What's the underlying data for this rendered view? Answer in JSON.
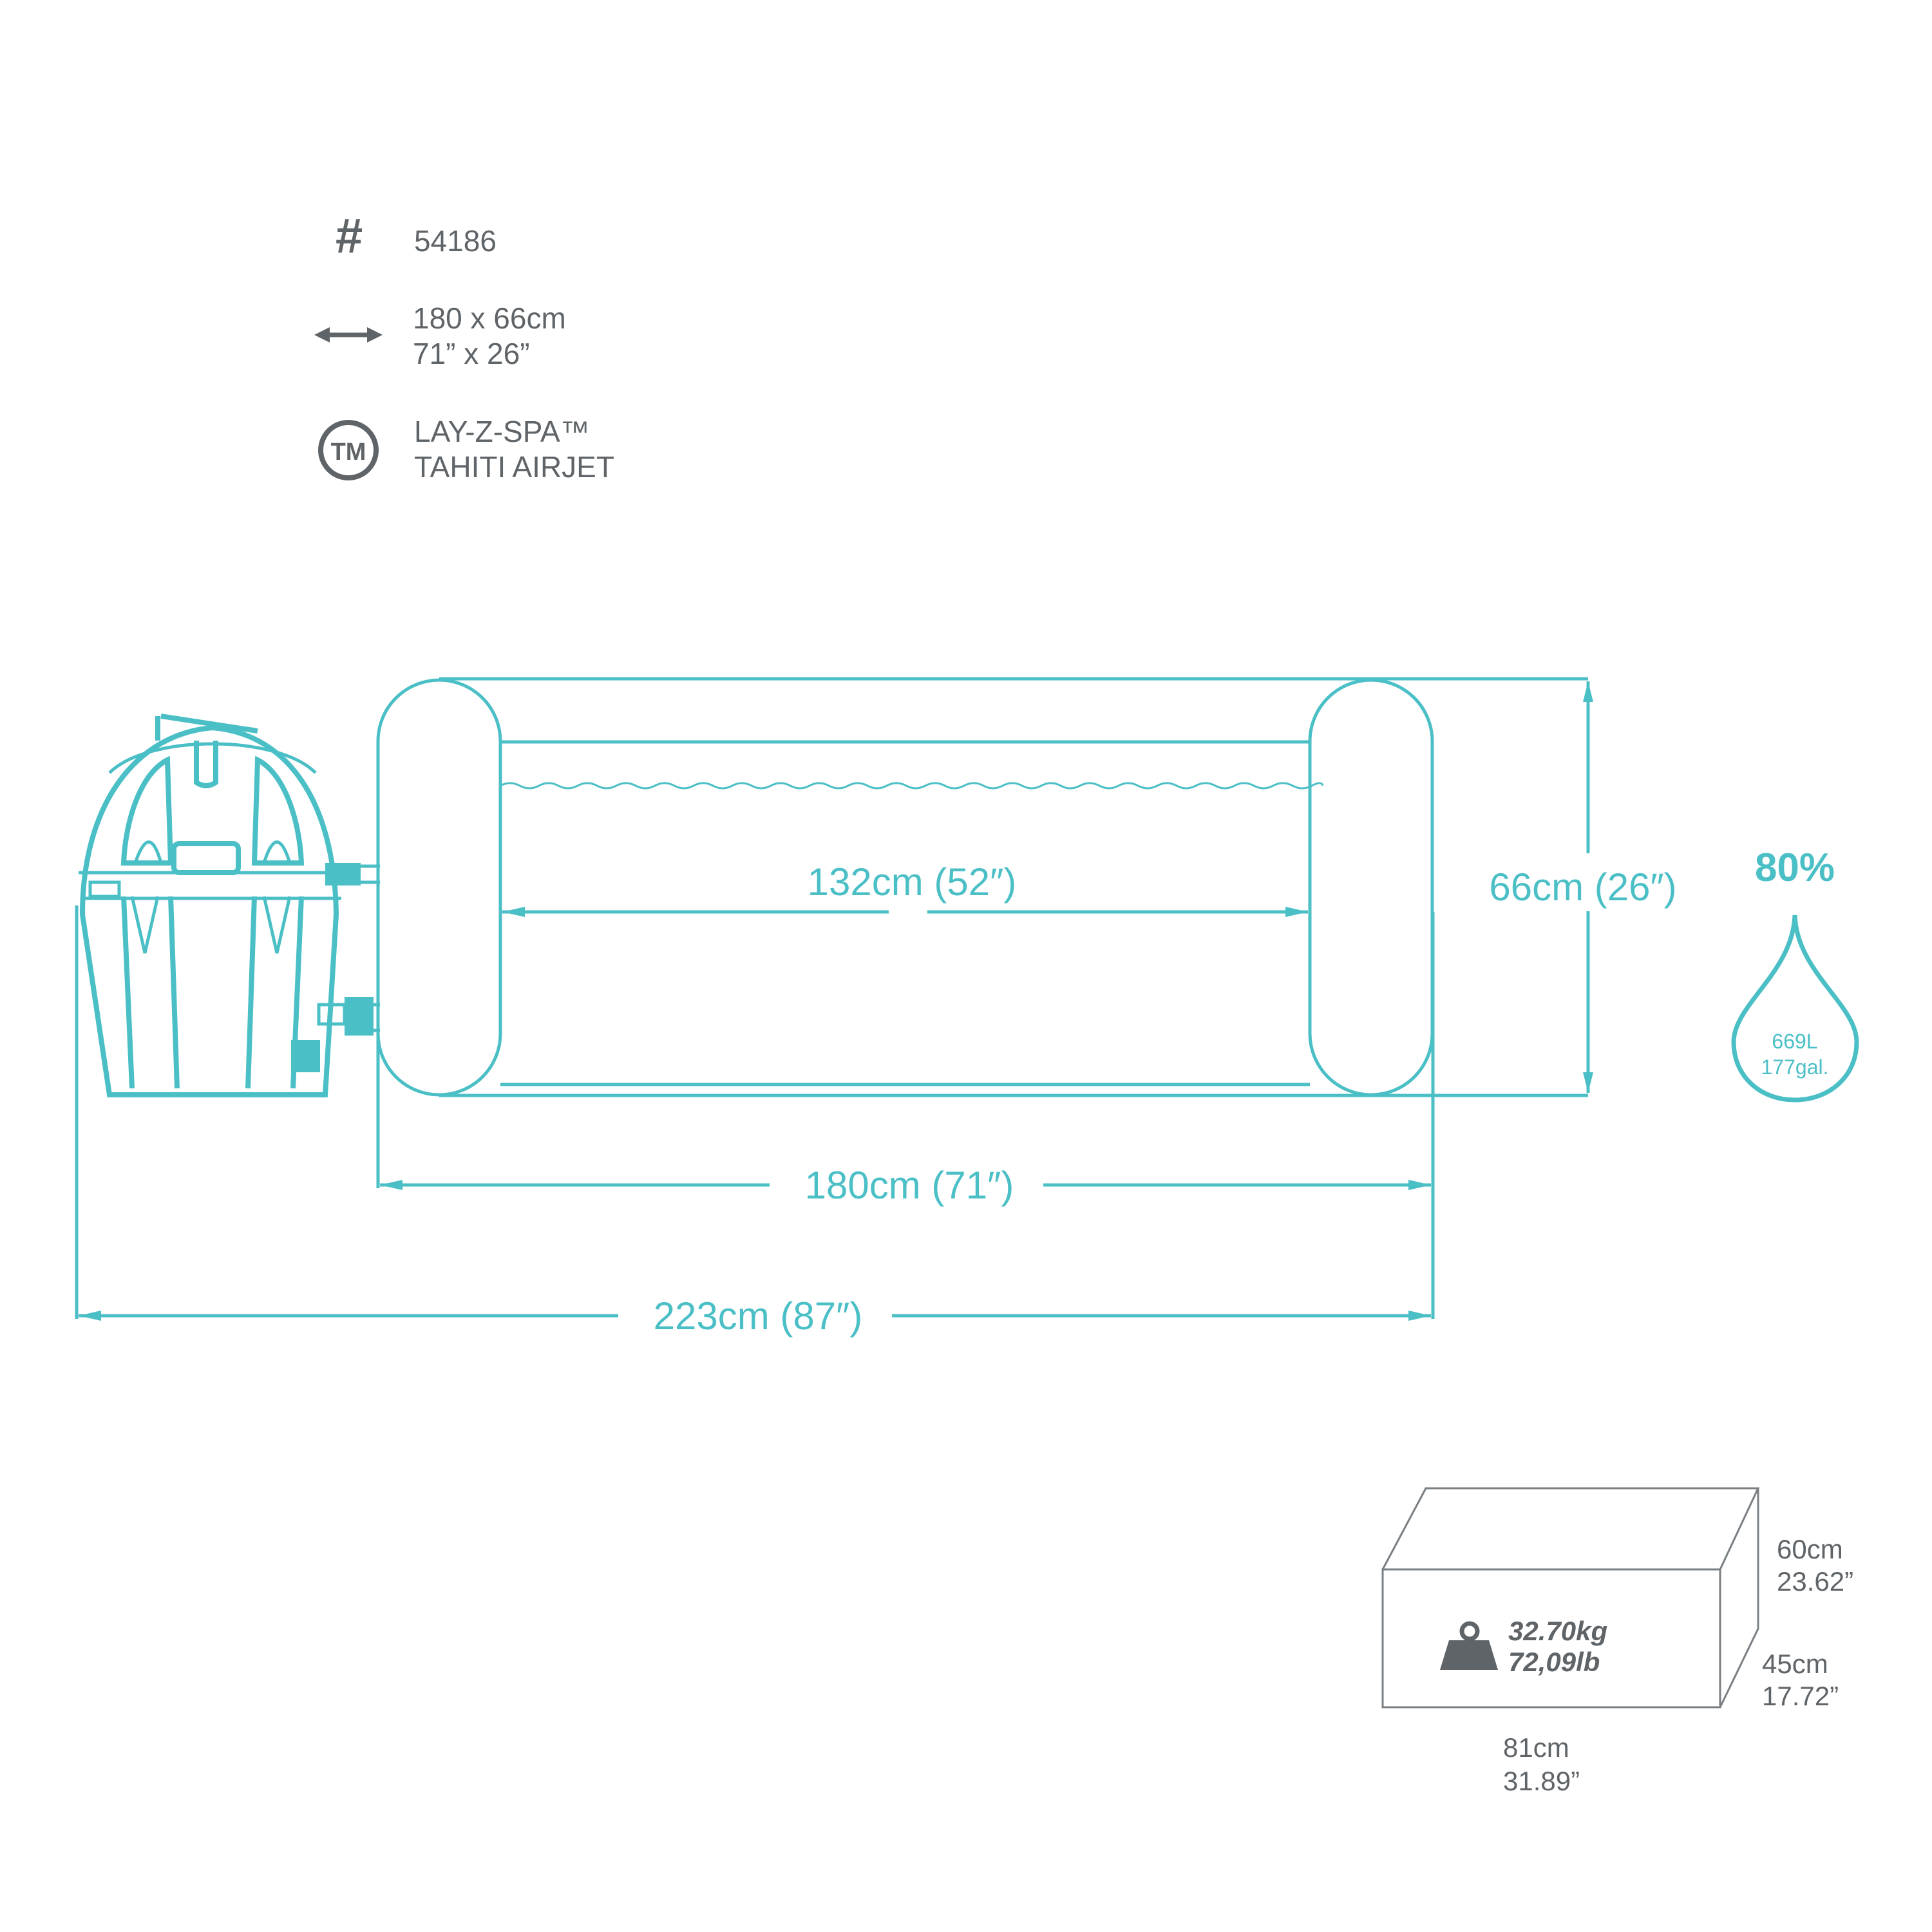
{
  "specs": {
    "model_number": "54186",
    "size_cm": "180 x 66cm",
    "size_in": "71” x 26”",
    "brand_line1": "LAY-Z-SPA™",
    "brand_line2": "TAHITI AIRJET",
    "tm_icon_text": "TM",
    "hash_icon_text": "#"
  },
  "dimensions": {
    "inner_length": "132cm (52″)",
    "height": "66cm (26″)",
    "outer_length": "180cm (71″)",
    "total_length": "223cm (87″)"
  },
  "water": {
    "fill_percent_label": "80%",
    "fill_percent": 80,
    "volume_liters": "669L",
    "volume_gallons": "177gal."
  },
  "package": {
    "weight_kg": "32.70kg",
    "weight_lb": "72,09lb",
    "height_cm": "60cm",
    "height_in": "23.62”",
    "depth_cm": "45cm",
    "depth_in": "17.72”",
    "width_cm": "81cm",
    "width_in": "31.89”"
  },
  "colors": {
    "accent": "#4bbfc6",
    "text": "#5f6468"
  }
}
